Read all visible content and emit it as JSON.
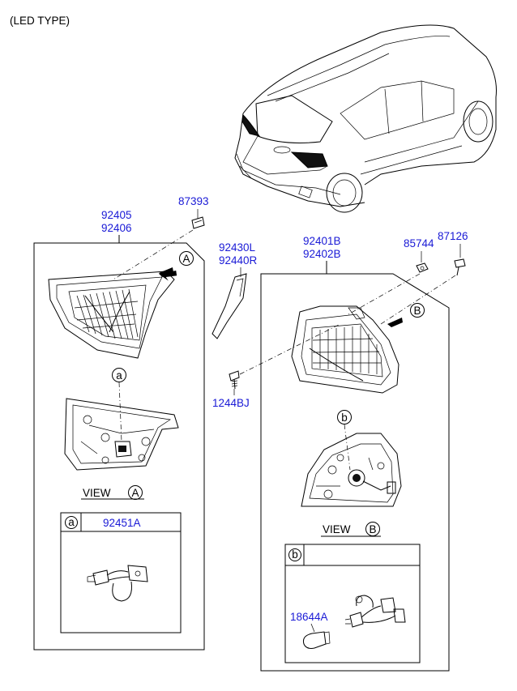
{
  "header": {
    "title": "(LED TYPE)"
  },
  "colors": {
    "part_number": "#1a1ad6",
    "line": "#000000",
    "background": "#ffffff"
  },
  "parts": {
    "clip_87393": "87393",
    "inner_lamp_lh": "92405",
    "inner_lamp_rh": "92406",
    "reflector_lh": "92430L",
    "reflector_rh": "92440R",
    "screw_1244bj": "1244BJ",
    "outer_lamp_lh": "92401B",
    "outer_lamp_rh": "92402B",
    "nut_85744": "85744",
    "screw_87126": "87126",
    "socket_92451a": "92451A",
    "bulb_18644a": "18644A"
  },
  "markers": {
    "a": "a",
    "b": "b",
    "A": "A",
    "B": "B"
  },
  "views": {
    "view_label": "VIEW"
  }
}
